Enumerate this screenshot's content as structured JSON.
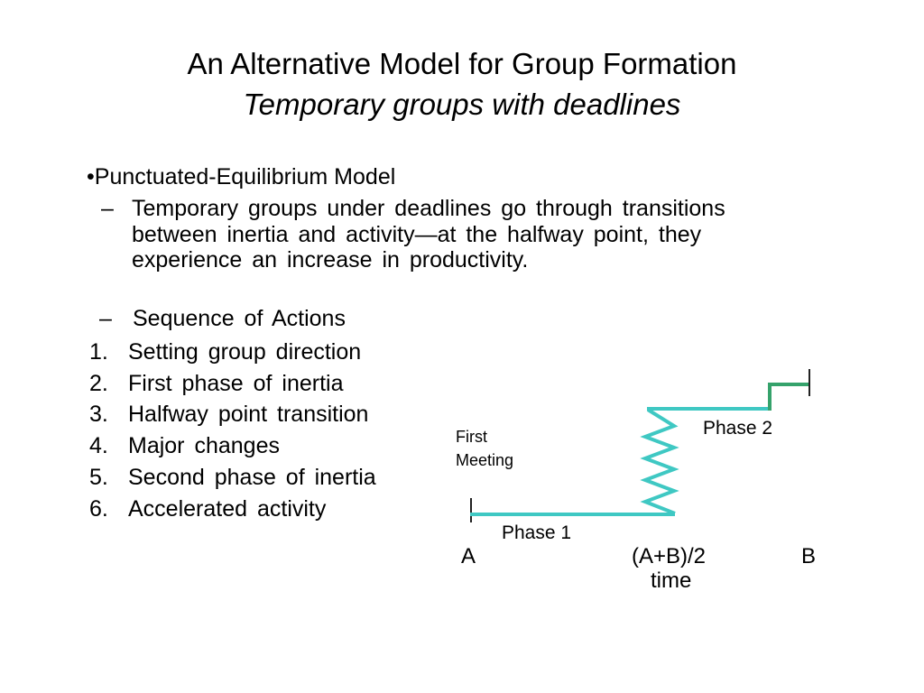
{
  "slide": {
    "title": {
      "line1": "An Alternative Model for Group Formation",
      "line2": "Temporary groups with deadlines"
    },
    "bullet_char": "•",
    "dash_char": "–",
    "heading": "Punctuated-Equilibrium Model",
    "paragraph_lines": [
      "Temporary groups under deadlines go through transitions",
      "between inertia and activity—at the halfway point, they",
      "experience an increase in productivity."
    ],
    "sequence_heading": "Sequence of Actions",
    "actions": [
      {
        "num": "1.",
        "label": "Setting group direction"
      },
      {
        "num": "2.",
        "label": "First phase of inertia"
      },
      {
        "num": "3.",
        "label": "Halfway point transition"
      },
      {
        "num": "4.",
        "label": "Major changes"
      },
      {
        "num": "5.",
        "label": "Second phase of inertia"
      },
      {
        "num": "6.",
        "label": "Accelerated activity"
      }
    ]
  },
  "diagram": {
    "labels": {
      "first_meeting_line1": "First",
      "first_meeting_line2": "Meeting",
      "phase1": "Phase 1",
      "phase2": "Phase 2",
      "x_start": "A",
      "x_mid": "(A+B)/2",
      "x_end": "B",
      "x_axis_title": "time"
    },
    "colors": {
      "phase_line": "#3FC8C3",
      "final_segment": "#35A26B",
      "tick": "#222222"
    }
  }
}
